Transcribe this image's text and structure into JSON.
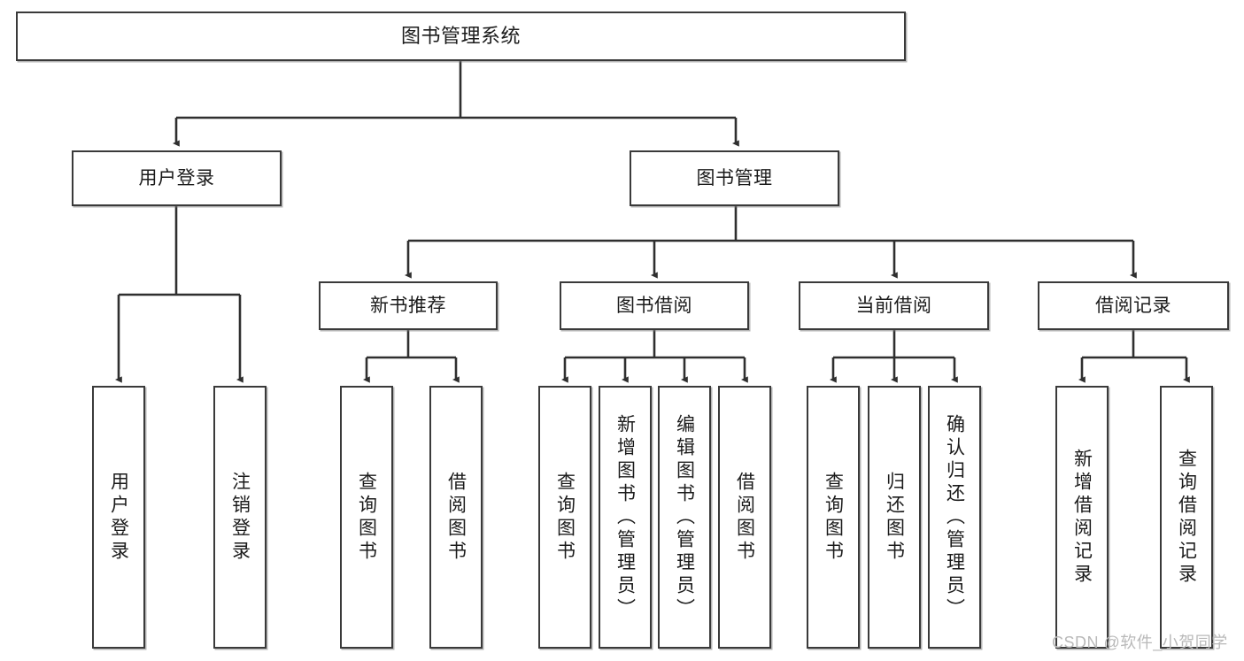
{
  "diagram": {
    "title": "图书管理系统",
    "type": "tree-hierarchy-diagram",
    "root": {
      "label": "图书管理系统"
    },
    "level2": [
      {
        "label": "用户登录"
      },
      {
        "label": "图书管理"
      }
    ],
    "level3": [
      {
        "label": "新书推荐"
      },
      {
        "label": "图书借阅"
      },
      {
        "label": "当前借阅"
      },
      {
        "label": "借阅记录"
      }
    ],
    "leaves": {
      "user_login": [
        {
          "label": "用户登录"
        },
        {
          "label": "注销登录"
        }
      ],
      "new_book_recommend": [
        {
          "label": "查询图书"
        },
        {
          "label": "借阅图书"
        }
      ],
      "book_borrow": [
        {
          "label": "查询图书"
        },
        {
          "label": "新增图书（管理员）"
        },
        {
          "label": "编辑图书（管理员）"
        },
        {
          "label": "借阅图书"
        }
      ],
      "current_borrow": [
        {
          "label": "查询图书"
        },
        {
          "label": "归还图书"
        },
        {
          "label": "确认归还（管理员）"
        }
      ],
      "borrow_record": [
        {
          "label": "新增借阅记录"
        },
        {
          "label": "查询借阅记录"
        }
      ]
    }
  },
  "watermark": {
    "text": "CSDN @软件_小贺同学"
  },
  "colors": {
    "box_border": "#3a3a3a",
    "box_fill": "#ffffff",
    "line": "#2f2f2f",
    "text": "#1b1b1b",
    "watermark": "#b9b9b9",
    "background": "#ffffff"
  }
}
